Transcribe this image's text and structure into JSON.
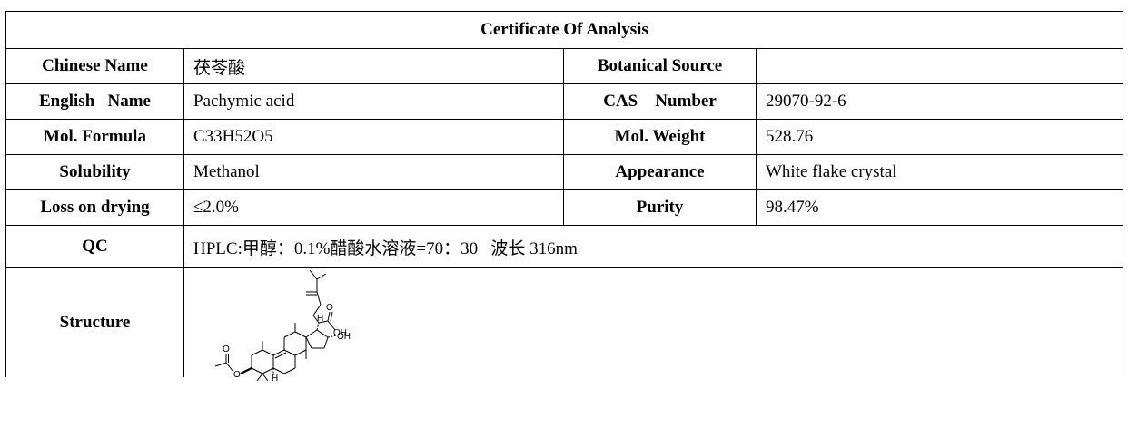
{
  "header": {
    "title": "Certificate Of Analysis"
  },
  "rows": {
    "chinese_name": {
      "label": "Chinese Name",
      "value": "茯苓酸"
    },
    "botanical_source": {
      "label": "Botanical Source",
      "value": ""
    },
    "english_name": {
      "label": "English   Name",
      "value": "Pachymic acid"
    },
    "cas_number": {
      "label": "CAS    Number",
      "value": "29070-92-6"
    },
    "mol_formula": {
      "label": "Mol. Formula",
      "value": "C33H52O5"
    },
    "mol_weight": {
      "label": "Mol. Weight",
      "value": "528.76"
    },
    "solubility": {
      "label": "Solubility",
      "value": "Methanol"
    },
    "appearance": {
      "label": "Appearance",
      "value": "White flake crystal"
    },
    "loss_on_drying": {
      "label": "Loss on drying",
      "value": "≤2.0%"
    },
    "purity": {
      "label": "Purity",
      "value": "98.47%"
    },
    "qc": {
      "label": "QC",
      "value": "HPLC:甲醇：0.1%醋酸水溶液=70：30   波长 316nm"
    },
    "structure": {
      "label": "Structure"
    }
  },
  "structure_atoms": {
    "carbonyl_o": "O",
    "acid_oh": "OH",
    "ring_oh": "OH",
    "ester_carbonyl_o": "O",
    "ester_o": "O",
    "h_upper": "H",
    "h_lower": "H"
  }
}
